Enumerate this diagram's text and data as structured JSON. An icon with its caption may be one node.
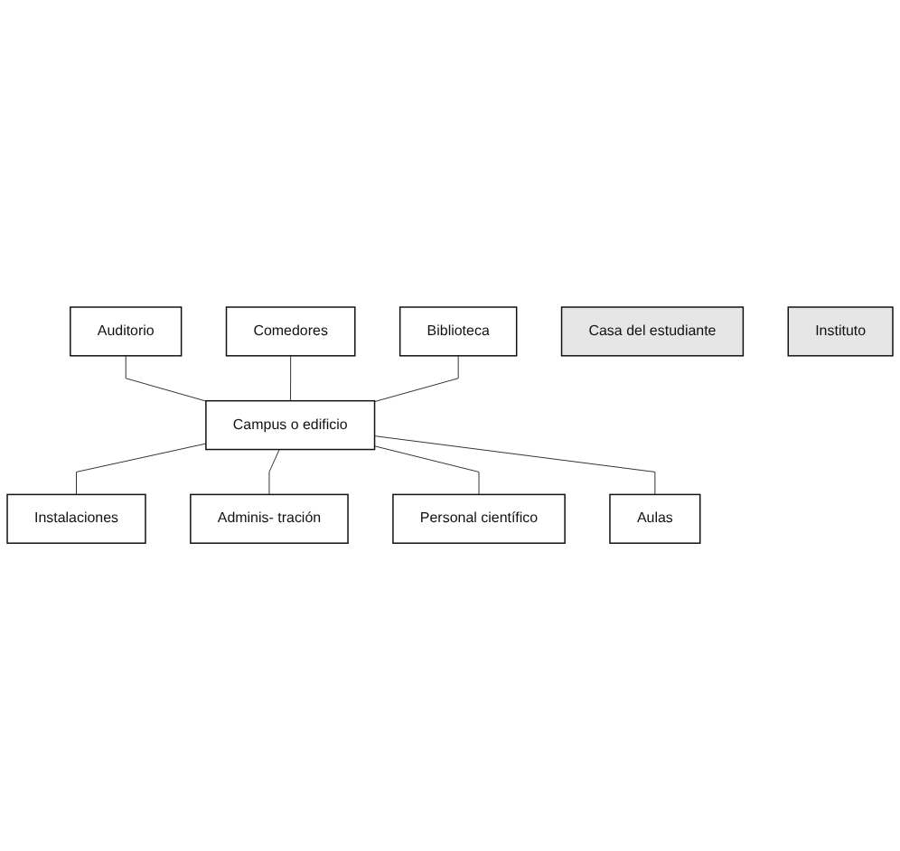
{
  "diagram": {
    "nodes": [
      {
        "text": [
          "Auditorio"
        ]
      },
      {
        "text": [
          "Comedores"
        ]
      },
      {
        "text": [
          "Biblioteca"
        ]
      },
      {
        "text": [
          "Instalaciones"
        ]
      },
      {
        "text": [
          "Campus o edificio"
        ]
      },
      {
        "text": [
          "Adminis- tración"
        ]
      },
      {
        "text": [
          "Personal científico"
        ]
      },
      {
        "text": [
          "Aulas"
        ]
      },
      {
        "text": [
          "Casa del estudiante"
        ]
      },
      {
        "text": [
          "Instituto"
        ]
      }
    ],
    "edges": [
      {
        "from": 0,
        "to": 4,
        "arrow": "none"
      },
      {
        "from": 1,
        "to": 4,
        "arrow": "none"
      },
      {
        "from": 2,
        "to": 4,
        "arrow": "none"
      },
      {
        "from": 4,
        "to": 3,
        "arrow": "none"
      },
      {
        "from": 4,
        "to": 5,
        "arrow": "none"
      },
      {
        "from": 4,
        "to": 6,
        "arrow": "none"
      },
      {
        "from": 4,
        "to": 7,
        "arrow": "none"
      }
    ]
  }
}
